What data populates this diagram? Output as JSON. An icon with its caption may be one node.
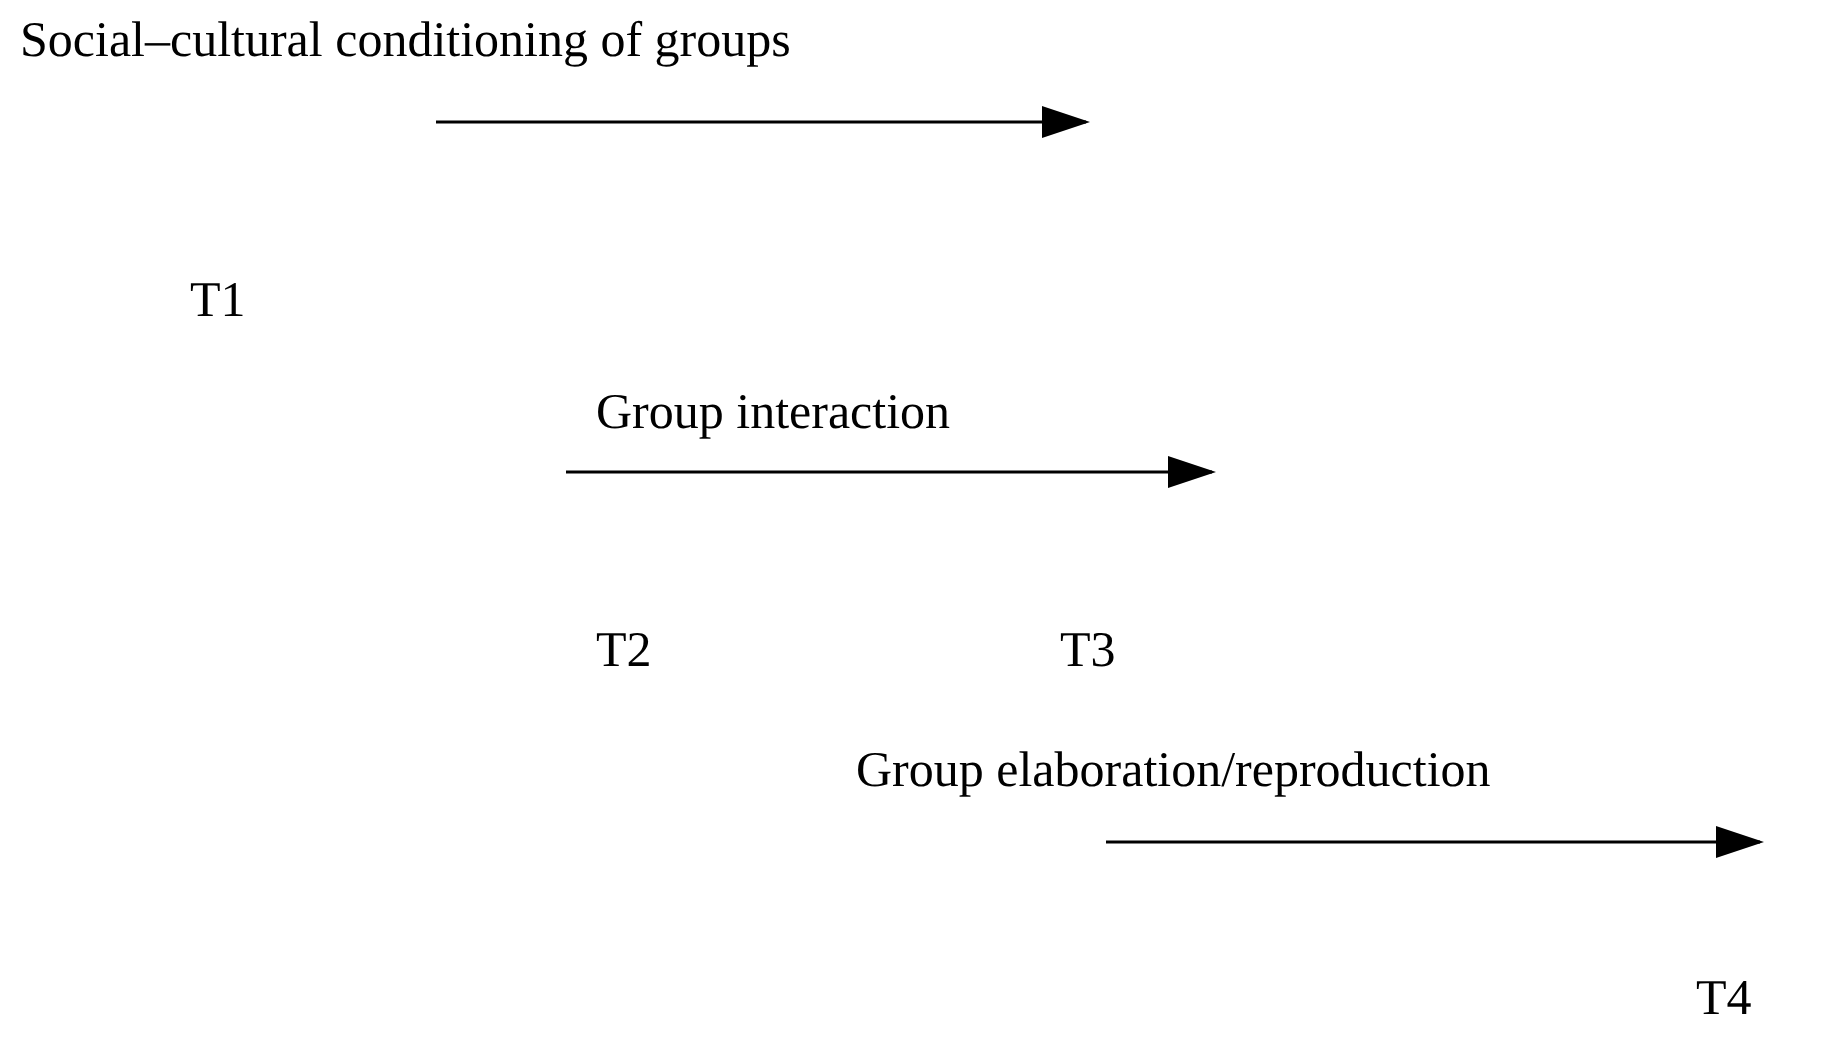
{
  "diagram": {
    "labels": [
      "Social–cultural conditioning of groups",
      "T1",
      "Group interaction",
      "T2",
      "T3",
      "Group elaboration/reproduction",
      "T4"
    ]
  }
}
